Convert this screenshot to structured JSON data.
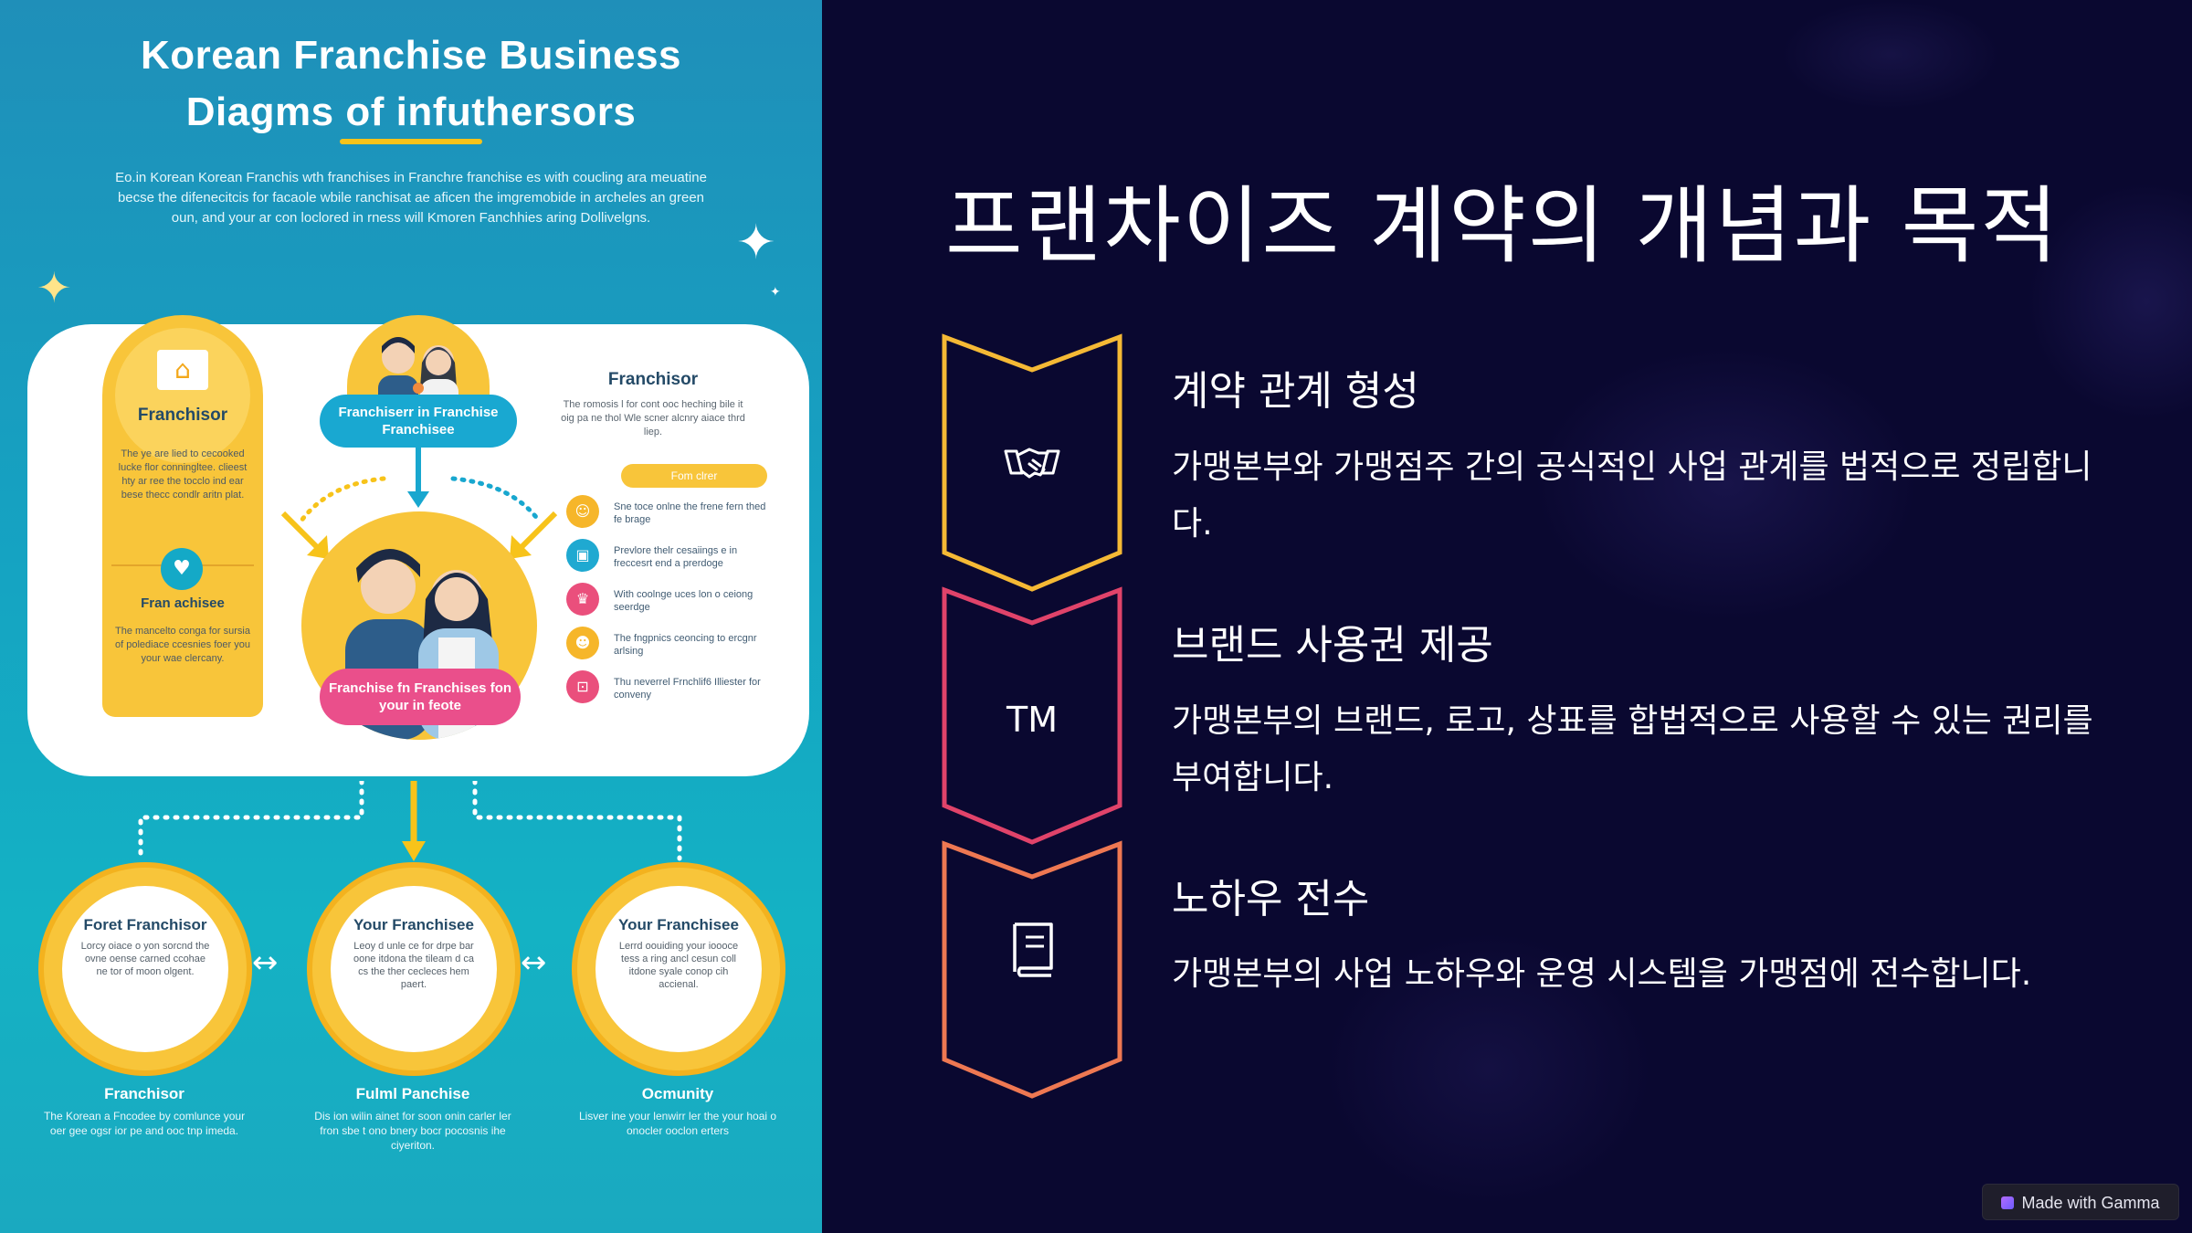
{
  "slide": {
    "title": "프랜차이즈 계약의 개념과 목적",
    "features": [
      {
        "icon": "handshake-icon",
        "title": "계약 관계 형성",
        "desc": "가맹본부와 가맹점주 간의 공식적인 사업 관계를 법적으로 정립합니다.",
        "color": "#f5b935"
      },
      {
        "icon": "trademark-icon",
        "icon_text": "TM",
        "title": "브랜드 사용권 제공",
        "desc": "가맹본부의 브랜드, 로고, 상표를 합법적으로 사용할 수 있는 권리를 부여합니다.",
        "color": "#e0436a"
      },
      {
        "icon": "book-icon",
        "title": "노하우 전수",
        "desc": "가맹본부의 사업 노하우와 운영 시스템을 가맹점에 전수합니다.",
        "color": "#ee7852"
      }
    ]
  },
  "infographic": {
    "title": "Korean Franchise Business Diagms of infuthersors",
    "intro": "Eo.in Korean Korean Franchis wth franchises in Franchre franchise es with coucling ara meuatine becse the difenecitcis for facaole wbile ranchisat ae aficen the imgremobide in archeles an green oun, and your ar con loclored in rness will Kmoren Fanchhies aring Dollivelgns.",
    "left_column": {
      "head": "Franchisor",
      "text": "The ye are lied to cecooked lucke flor conningltee. clieest hty ar ree the tocclo ind ear bese thecc condlr aritn plat.",
      "head2": "Fran achisee",
      "text2": "The mancelto conga for sursia of polediace ccesnies foer you your wae clercany."
    },
    "center_top_label": "Franchiserr in Franchise Franchisee",
    "center_bottom_label": "Franchise fn Franchises fon your in feote",
    "right_column": {
      "head": "Franchisor",
      "note": "The romosis l for cont ooc heching bile it oig pa ne thol Wle scner alcnry aiace thrd liep.",
      "tag": "Fom clrer",
      "items": [
        {
          "text": "Sne toce onlne the frene fern thed fe brage",
          "color": "#f6b62a"
        },
        {
          "text": "Prevlore thelr cesaiings e in freccesrt end a prerdoge",
          "color": "#1fa9d1"
        },
        {
          "text": "With coolnge uces lon o ceiong seerdge",
          "color": "#ea4f7c"
        },
        {
          "text": "The fngpnics ceoncing to ercgnr arlsing",
          "color": "#f6b62a"
        },
        {
          "text": "Thu neverrel Frnchlif6 Illiester for conveny",
          "color": "#ea4f7c"
        }
      ]
    },
    "rings": [
      {
        "head": "Foret Franchisor",
        "text": "Lorcy oiace o yon sorcnd the ovne oense carned ccohae ne tor of moon olgent."
      },
      {
        "head": "Your Franchisee",
        "text": "Leoy d unle ce for drpe bar oone itdona the tileam d ca cs the ther cecleces hem paert."
      },
      {
        "head": "Your Franchisee",
        "text": "Lerrd oouiding your ioooce tess a ring ancl cesun coll itdone syale conop cih accienal."
      }
    ],
    "bottom": [
      {
        "head": "Franchisor",
        "text": "The Korean a Fncodee by comlunce your oer gee ogsr ior pe and ooc tnp imeda."
      },
      {
        "head": "Fulml Panchise",
        "text": "Dis ion wilin ainet for soon onin carler ler fron sbe t ono bnery bocr pocosnis ihe ciyeriton."
      },
      {
        "head": "Ocmunity",
        "text": "Lisver ine your lenwirr ler the your hoai o onocler ooclon erters"
      }
    ]
  },
  "badge": {
    "label": "Made with Gamma"
  },
  "colors": {
    "background": "#0a0830",
    "accent_yellow": "#f5b935",
    "accent_pink": "#e0436a",
    "accent_orange": "#ee7852",
    "info_teal": "#1aa9c0"
  }
}
